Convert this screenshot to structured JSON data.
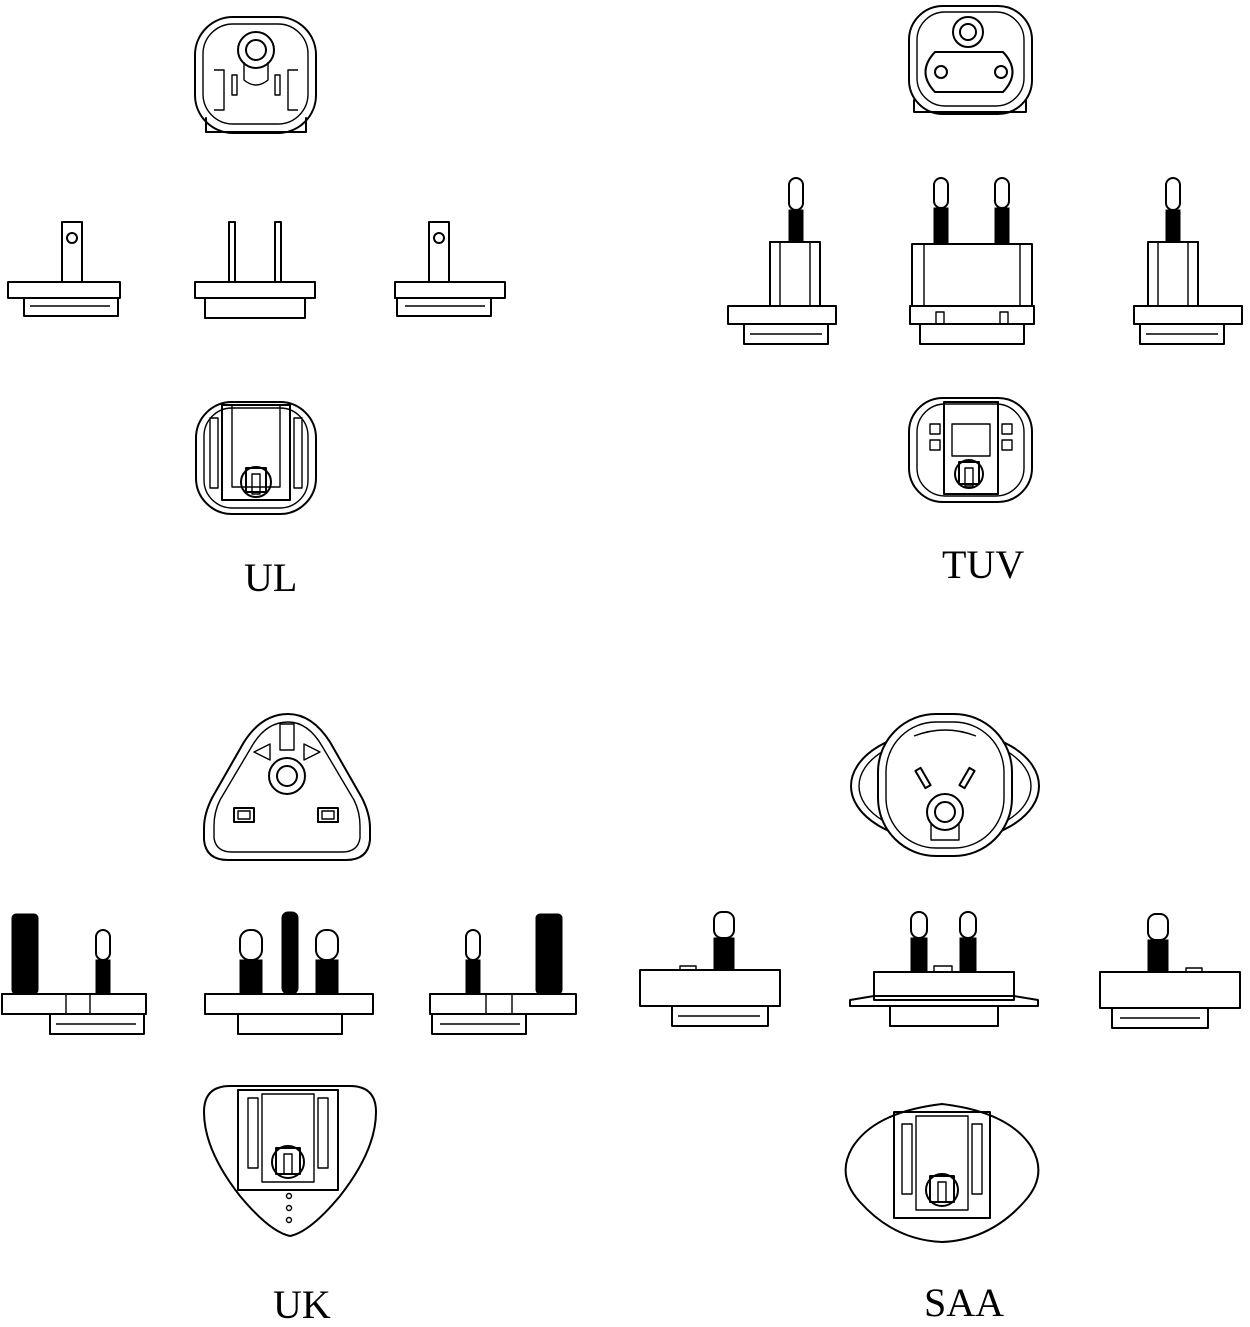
{
  "labels": {
    "ul": "UL",
    "tuv": "TUV",
    "uk": "UK",
    "saa": "SAA"
  },
  "line_color": "#000000",
  "background": "#ffffff"
}
